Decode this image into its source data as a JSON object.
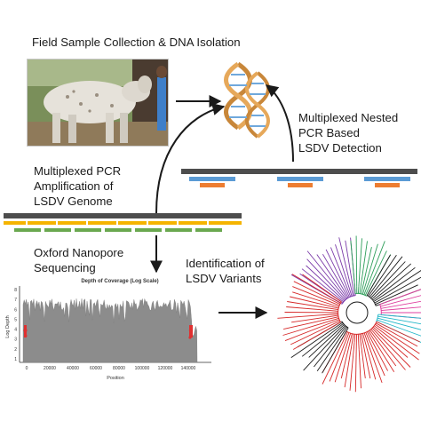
{
  "labels": {
    "field_sample": "Field Sample Collection & DNA Isolation",
    "nested_pcr_line1": "Multiplexed Nested",
    "nested_pcr_line2": "PCR Based",
    "nested_pcr_line3": "LSDV Detection",
    "multiplex_pcr_line1": "Multiplexed PCR",
    "multiplex_pcr_line2": "Amplification of",
    "multiplex_pcr_line3": "LSDV Genome",
    "nanopore_line1": "Oxford Nanopore",
    "nanopore_line2": "Sequencing",
    "variants_line1": "Identification of",
    "variants_line2": "LSDV Variants"
  },
  "coverage_plot": {
    "title": "Depth of Coverage (Log Scale)",
    "xlabel": "Position",
    "ylabel": "Log Depth",
    "xticks": [
      "0",
      "20000",
      "40000",
      "60000",
      "80000",
      "100000",
      "120000",
      "140000"
    ],
    "yticks": [
      "1",
      "2",
      "3",
      "4",
      "5",
      "6",
      "7",
      "8"
    ]
  },
  "colors": {
    "genome_bar": "#4d4d4d",
    "outer_amplicon": "#5b9bd5",
    "inner_amplicon": "#ed7d31",
    "yellow_amplicon": "#f5b400",
    "green_amplicon": "#6aa84f",
    "coverage_fill": "#8c8c8c",
    "low_coverage": "#e03030"
  }
}
